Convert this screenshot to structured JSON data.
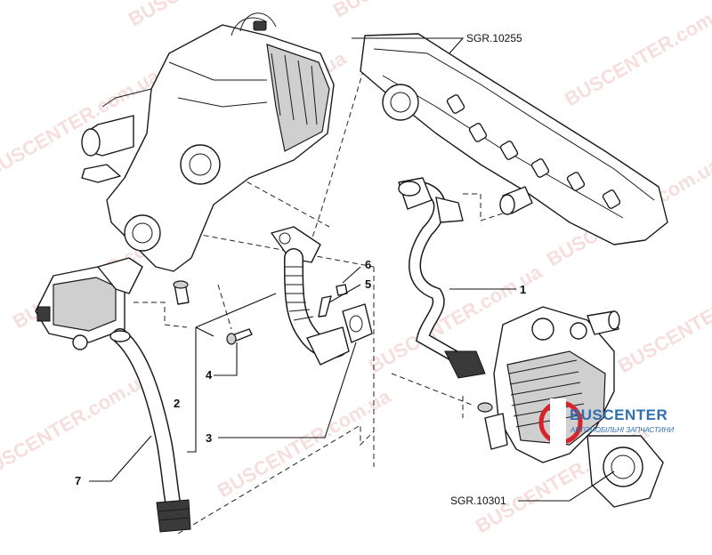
{
  "callouts": {
    "c1": "1",
    "c2": "2",
    "c3": "3",
    "c4": "4",
    "c5": "5",
    "c6": "6",
    "c7": "7"
  },
  "refs": {
    "top": "SGR.10255",
    "bottom": "SGR.10301"
  },
  "watermark": {
    "brand": "BUSCENTER",
    "domain": ".com.ua",
    "full": "BUSCENTER.com.ua",
    "color": "#e08a8a"
  },
  "logo": {
    "name": "BUSCENTER",
    "tagline": "АВТОМОБІЛЬНІ ЗАПЧАСТИНИ",
    "accent": "#2f6fb0",
    "mark_color": "#d9232a"
  }
}
